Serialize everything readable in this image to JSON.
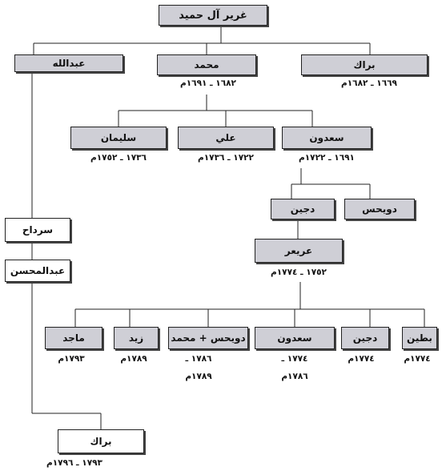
{
  "colors": {
    "box_fill": "#cfcfd6",
    "line": "#222222"
  },
  "nodes": {
    "root": {
      "name": "غرير آل حميد"
    },
    "barrak1": {
      "name": "براك",
      "dates": "١٦٦٩ ـ ١٦٨٢م"
    },
    "muhammad": {
      "name": "محمد",
      "dates": "١٦٨٢ ـ ١٦٩١م"
    },
    "abdullah": {
      "name": "عبدالله"
    },
    "sadun1": {
      "name": "سعدون",
      "dates": "١٦٩١ ـ ١٧٢٢م"
    },
    "ali": {
      "name": "علي",
      "dates": "١٧٢٢ ـ ١٧٣٦م"
    },
    "sulayman": {
      "name": "سليمان",
      "dates": "١٧٣٦ ـ ١٧٥٢م"
    },
    "duwaihis1": {
      "name": "دويحس"
    },
    "dujain1": {
      "name": "دجين"
    },
    "uraiar": {
      "name": "عريعر",
      "dates": "١٧٥٢ ـ ١٧٧٤م"
    },
    "sirdah": {
      "name": "سرداح"
    },
    "abdulmuhsin": {
      "name": "عبدالمحسن"
    },
    "butain": {
      "name": "بطين",
      "dates": "١٧٧٤م"
    },
    "dujain2": {
      "name": "دجين",
      "dates": "١٧٧٤م"
    },
    "sadun2": {
      "name": "سعدون",
      "dates1": "١٧٧٤ ـ",
      "dates2": "١٧٨٦م"
    },
    "duwaihis_muhammad": {
      "name": "دويحس + محمد",
      "dates1": "١٧٨٦ ـ",
      "dates2": "١٧٨٩م"
    },
    "zaid": {
      "name": "زيد",
      "dates": "١٧٨٩م"
    },
    "majid": {
      "name": "ماجد",
      "dates": "١٧٩٣م"
    },
    "barrak2": {
      "name": "براك",
      "dates": "١٧٩٣ ـ ١٧٩٦م"
    }
  }
}
